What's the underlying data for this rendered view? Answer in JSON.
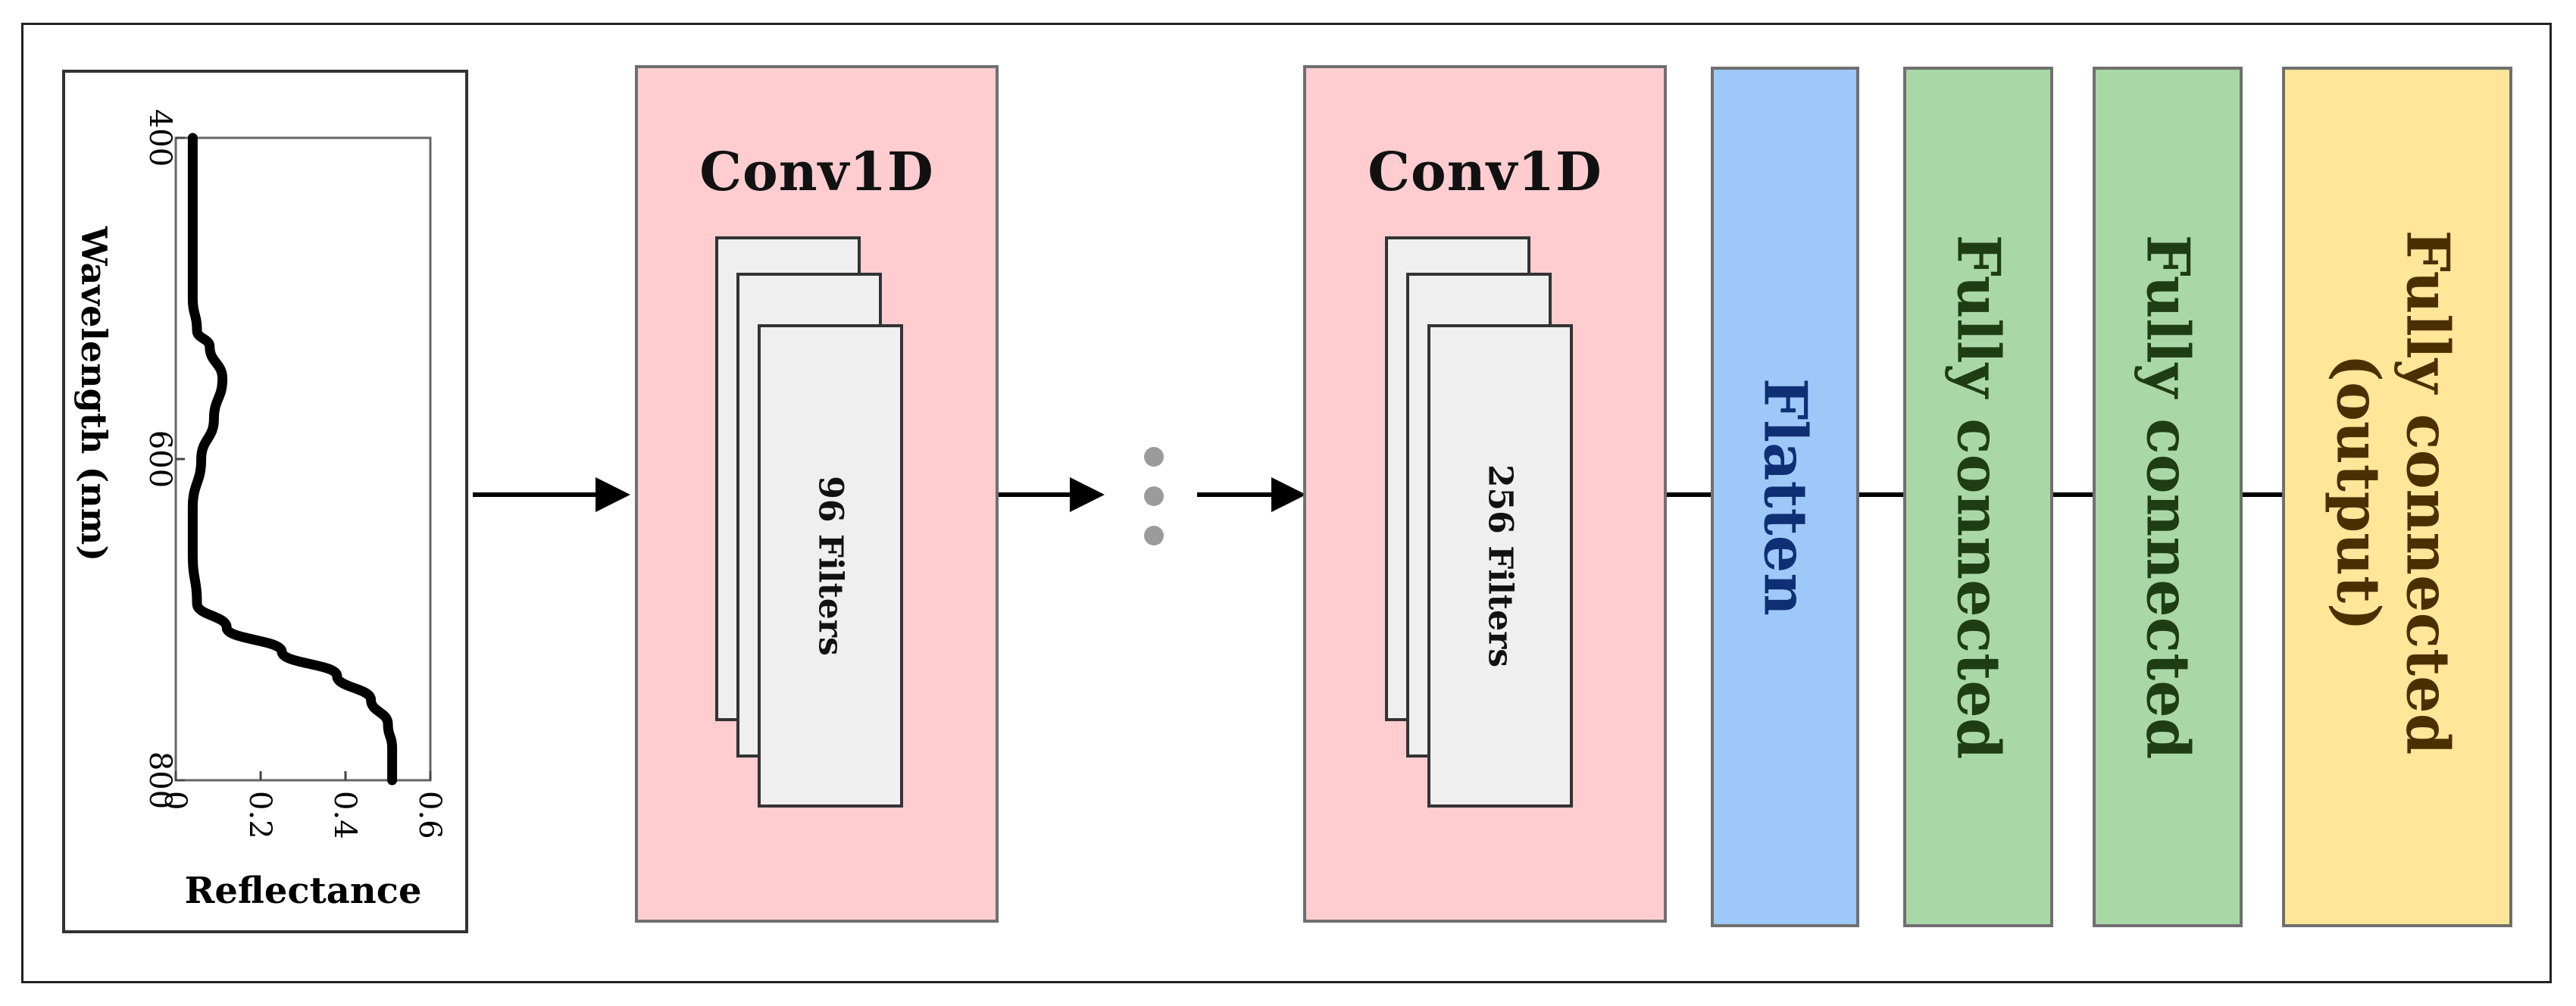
{
  "input_plot": {
    "ylabel": "Wavelength (nm)",
    "xlabel": "Reflectance",
    "y_ticks": [
      "400",
      "600",
      "800"
    ],
    "x_ticks": [
      "0",
      "0.2",
      "0.4",
      "0.6"
    ]
  },
  "chart_data": {
    "type": "line",
    "title": "",
    "xlabel": "Reflectance",
    "ylabel": "Wavelength (nm)",
    "xlim": [
      0,
      0.6
    ],
    "ylim": [
      400,
      800
    ],
    "x": [
      0.04,
      0.04,
      0.04,
      0.05,
      0.08,
      0.11,
      0.09,
      0.06,
      0.04,
      0.04,
      0.05,
      0.12,
      0.25,
      0.38,
      0.46,
      0.5,
      0.51,
      0.51
    ],
    "y": [
      400,
      460,
      500,
      520,
      530,
      550,
      575,
      600,
      630,
      660,
      690,
      705,
      720,
      735,
      750,
      765,
      780,
      800
    ]
  },
  "layers": {
    "conv1": {
      "title": "Conv1D",
      "filters": "96 Filters"
    },
    "conv2": {
      "title": "Conv1D",
      "filters": "256 Filters"
    },
    "flatten": {
      "label": "Flatten"
    },
    "fc1": {
      "label": "Fully connected"
    },
    "fc2": {
      "label": "Fully connected"
    },
    "output": {
      "line1": "Fully connected",
      "line2": "(output)"
    }
  },
  "colors": {
    "conv": "#ffcdd0",
    "flatten": "#9ec8f7",
    "fully_connected": "#a9d8a6",
    "output": "#ffe699",
    "arrow": "#000000",
    "dots": "#9b9b9b"
  }
}
